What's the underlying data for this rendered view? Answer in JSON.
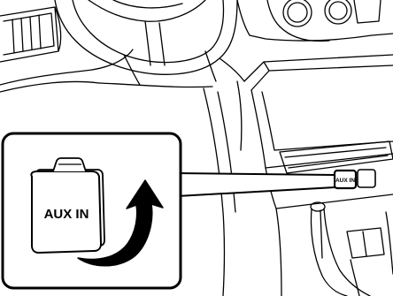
{
  "illustration": {
    "subject": "car-interior-center-console",
    "line_color": "#000000",
    "background_color": "#ffffff",
    "highlight_fill": "#000000",
    "callout": {
      "cover_label": "AUX IN",
      "jack_label": "AUX IN",
      "arrow_icon": "curved-arrow-open-up-icon"
    }
  }
}
